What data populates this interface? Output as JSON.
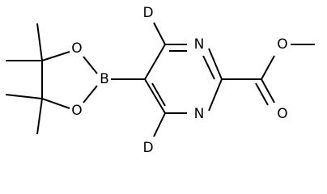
{
  "atoms": {
    "deuterium_top": "D",
    "deuterium_bottom": "D",
    "n_ring_top": "N",
    "n_ring_bottom": "N",
    "boron": "B",
    "o_boronate_top": "O",
    "o_boronate_bottom": "O",
    "o_ester_single": "O",
    "o_ester_double": "O"
  },
  "colors": {
    "ink": "#000000",
    "background": "#ffffff"
  }
}
